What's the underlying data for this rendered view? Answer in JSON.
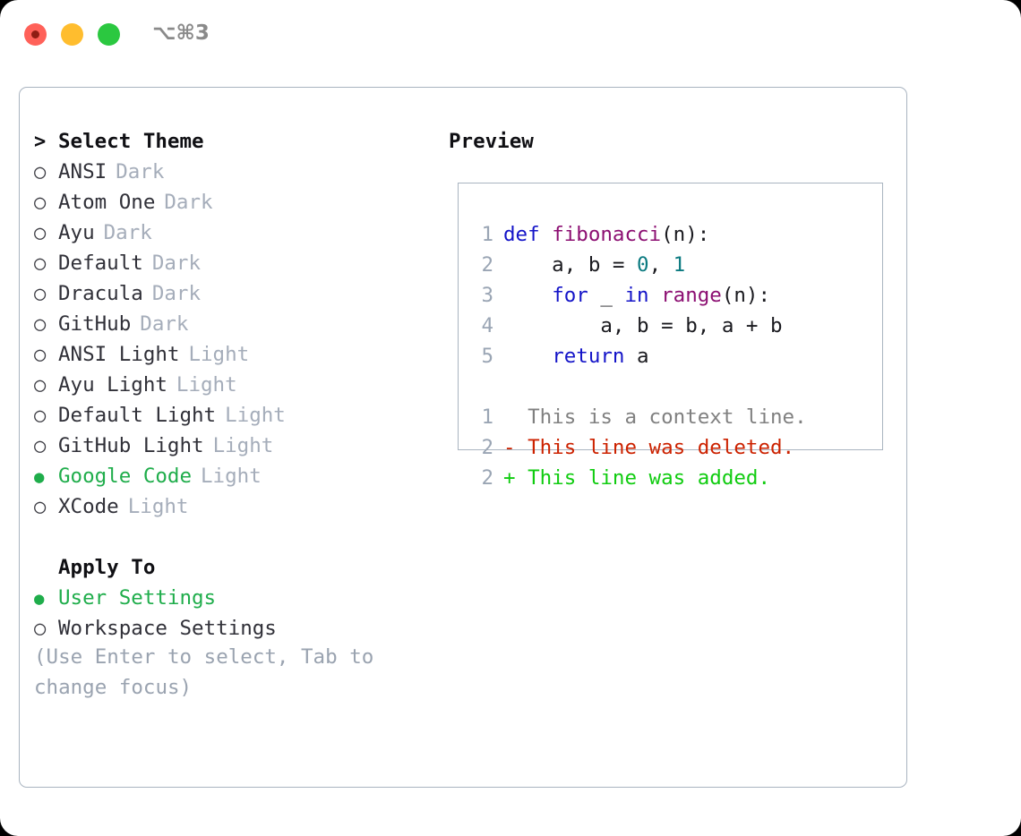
{
  "window": {
    "shortcut": "⌥⌘3",
    "traffic_lights": [
      {
        "name": "close",
        "color": "#ff6159"
      },
      {
        "name": "minimize",
        "color": "#ffbd2e"
      },
      {
        "name": "zoom",
        "color": "#2bc840"
      }
    ]
  },
  "accent_color": "#1fad4b",
  "theme_list": {
    "header": {
      "caret": ">",
      "label": "Select Theme"
    },
    "items": [
      {
        "bullet": "○",
        "label": "ANSI",
        "tag": "Dark",
        "selected": false
      },
      {
        "bullet": "○",
        "label": "Atom One",
        "tag": "Dark",
        "selected": false
      },
      {
        "bullet": "○",
        "label": "Ayu",
        "tag": "Dark",
        "selected": false
      },
      {
        "bullet": "○",
        "label": "Default",
        "tag": "Dark",
        "selected": false
      },
      {
        "bullet": "○",
        "label": "Dracula",
        "tag": "Dark",
        "selected": false
      },
      {
        "bullet": "○",
        "label": "GitHub",
        "tag": "Dark",
        "selected": false
      },
      {
        "bullet": "○",
        "label": "ANSI Light",
        "tag": "Light",
        "selected": false
      },
      {
        "bullet": "○",
        "label": "Ayu Light",
        "tag": "Light",
        "selected": false
      },
      {
        "bullet": "○",
        "label": "Default Light",
        "tag": "Light",
        "selected": false
      },
      {
        "bullet": "○",
        "label": "GitHub Light",
        "tag": "Light",
        "selected": false
      },
      {
        "bullet": "●",
        "label": "Google Code",
        "tag": "Light",
        "selected": true
      },
      {
        "bullet": "○",
        "label": "XCode",
        "tag": "Light",
        "selected": false
      }
    ]
  },
  "apply_to": {
    "header": "Apply To",
    "items": [
      {
        "bullet": "●",
        "label": "User Settings",
        "selected": true
      },
      {
        "bullet": "○",
        "label": "Workspace Settings",
        "selected": false
      }
    ]
  },
  "hint": "(Use Enter to select, Tab to\nchange focus)",
  "preview": {
    "title": "Preview",
    "code_lines": [
      {
        "num": "1",
        "tokens": [
          {
            "t": "def ",
            "c": "kw"
          },
          {
            "t": "fibonacci",
            "c": "fn"
          },
          {
            "t": "(n):",
            "c": "plain"
          }
        ]
      },
      {
        "num": "2",
        "tokens": [
          {
            "t": "    a, b = ",
            "c": "plain"
          },
          {
            "t": "0",
            "c": "num"
          },
          {
            "t": ", ",
            "c": "plain"
          },
          {
            "t": "1",
            "c": "num"
          }
        ]
      },
      {
        "num": "3",
        "tokens": [
          {
            "t": "    ",
            "c": "plain"
          },
          {
            "t": "for",
            "c": "kw"
          },
          {
            "t": " _ ",
            "c": "plain"
          },
          {
            "t": "in",
            "c": "kw"
          },
          {
            "t": " ",
            "c": "plain"
          },
          {
            "t": "range",
            "c": "fn"
          },
          {
            "t": "(n):",
            "c": "plain"
          }
        ]
      },
      {
        "num": "4",
        "tokens": [
          {
            "t": "        a, b = b, a + b",
            "c": "plain"
          }
        ]
      },
      {
        "num": "5",
        "tokens": [
          {
            "t": "    ",
            "c": "plain"
          },
          {
            "t": "return",
            "c": "kw"
          },
          {
            "t": " a",
            "c": "plain"
          }
        ]
      }
    ],
    "diff_lines": [
      {
        "num": "1",
        "tokens": [
          {
            "t": "  This is a context line.",
            "c": "ctx"
          }
        ]
      },
      {
        "num": "2",
        "tokens": [
          {
            "t": "- This line was deleted.",
            "c": "del"
          }
        ]
      },
      {
        "num": "2",
        "tokens": [
          {
            "t": "+ This line was added.",
            "c": "add"
          }
        ]
      }
    ]
  }
}
